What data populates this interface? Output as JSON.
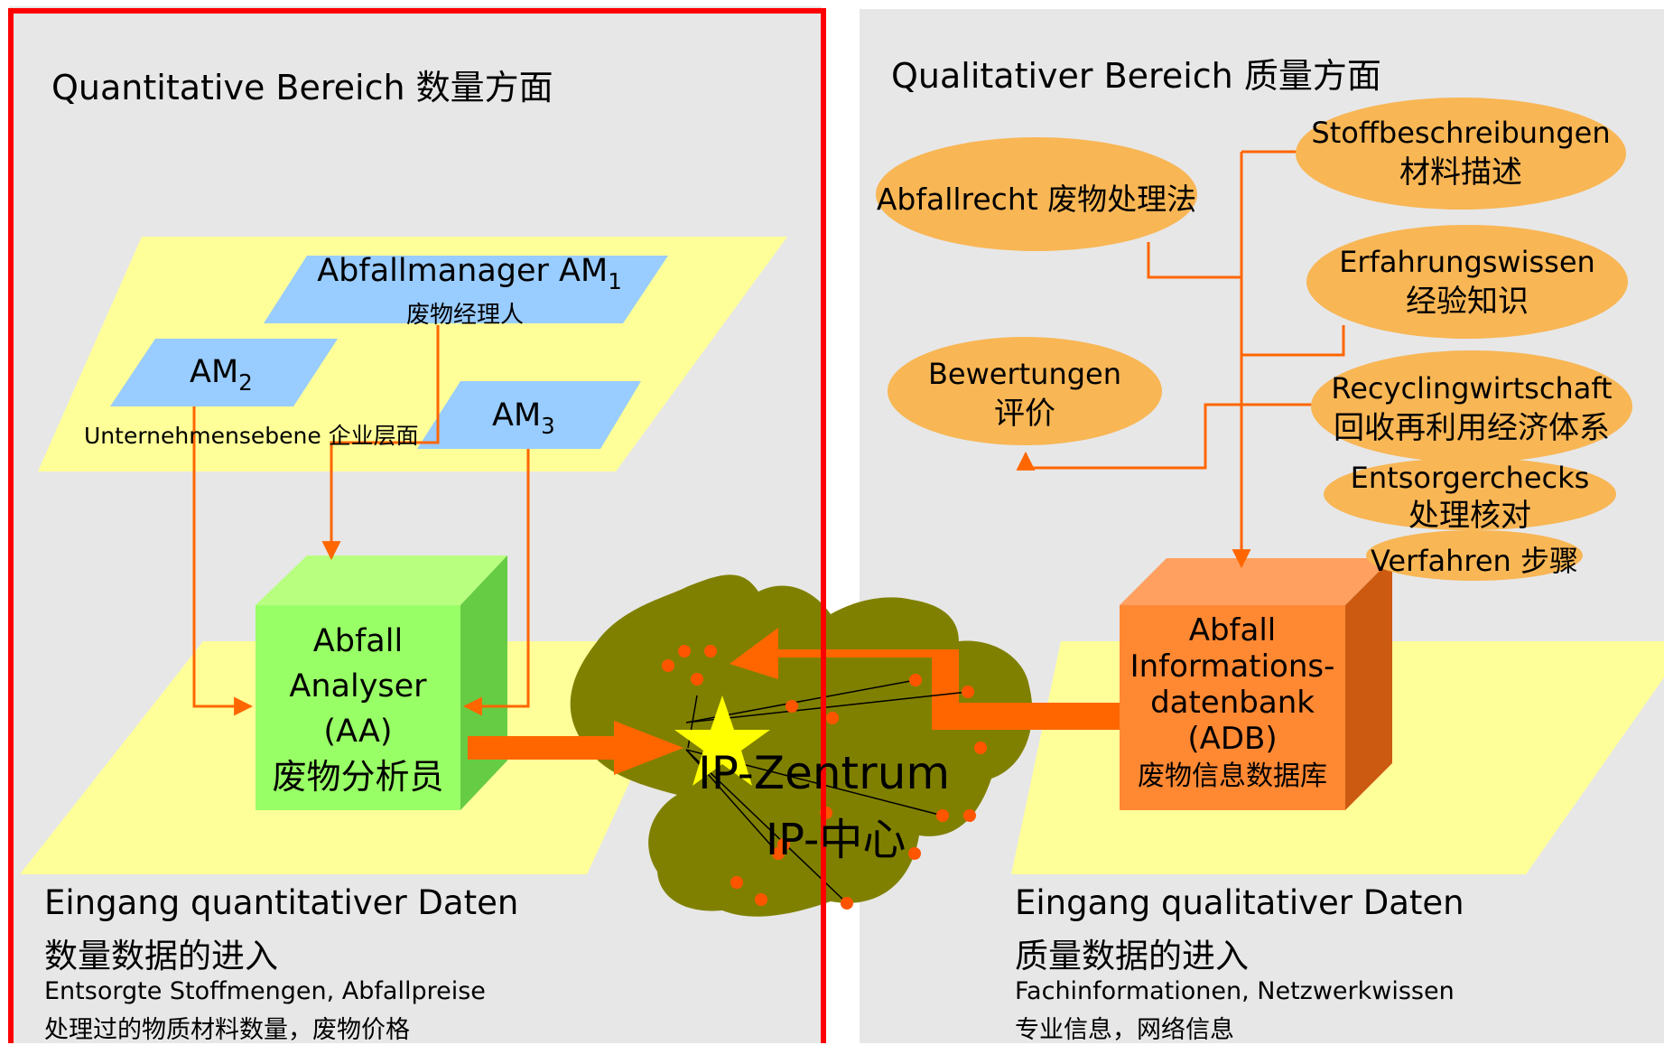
{
  "left_panel": {
    "title": "Quantitative Bereich 数量方面",
    "managers": {
      "am1": {
        "label": "Abfallmanager AM",
        "sub": "1",
        "cn": "废物经理人"
      },
      "am2": {
        "label": "AM",
        "sub": "2"
      },
      "am3": {
        "label": "AM",
        "sub": "3"
      },
      "plane_label": "Unternehmensebene 企业层面"
    },
    "analyser": {
      "line1": "Abfall",
      "line2": "Analyser",
      "line3": "(AA)",
      "cn": "废物分析员"
    },
    "input": {
      "heading": "Eingang quantitativer Daten",
      "heading_cn": "数量数据的进入",
      "detail": "Entsorgte Stoffmengen, Abfallpreise",
      "detail_cn": "处理过的物质材料数量，废物价格"
    }
  },
  "center": {
    "line1": "IP-Zentrum",
    "line2": "IP-中心"
  },
  "right_panel": {
    "title": "Qualitativer Bereich 质量方面",
    "bubbles": {
      "abfallrecht": "Abfallrecht 废物处理法",
      "stoff": "Stoffbeschreibungen",
      "stoff_cn": "材料描述",
      "erfahrung": "Erfahrungswissen",
      "erfahrung_cn": "经验知识",
      "bewertungen": "Bewertungen",
      "bewertungen_cn": "评价",
      "recycling": "Recyclingwirtschaft",
      "recycling_cn": "回收再利用经济体系",
      "entsorger": "Entsorgerchecks",
      "entsorger_cn": "处理核对",
      "verfahren": "Verfahren 步骤"
    },
    "database": {
      "line1": "Abfall",
      "line2": "Informations-",
      "line3": "datenbank",
      "line4": "(ADB)",
      "cn": "废物信息数据库"
    },
    "input": {
      "heading": "Eingang qualitativer Daten",
      "heading_cn": "质量数据的进入",
      "detail": "Fachinformationen, Netzwerkwissen",
      "detail_cn": "专业信息，网络信息"
    }
  },
  "colors": {
    "panel": "#e7e7e7",
    "left_border": "#ff0000",
    "plane": "#ffff99",
    "manager": "#99ccff",
    "cube_front": "#99ff66",
    "db_front": "#ff8833",
    "bubble": "#f8b655",
    "arrow": "#ff6600",
    "blob": "#808000",
    "dot": "#ff5500",
    "star": "#ffff00"
  }
}
